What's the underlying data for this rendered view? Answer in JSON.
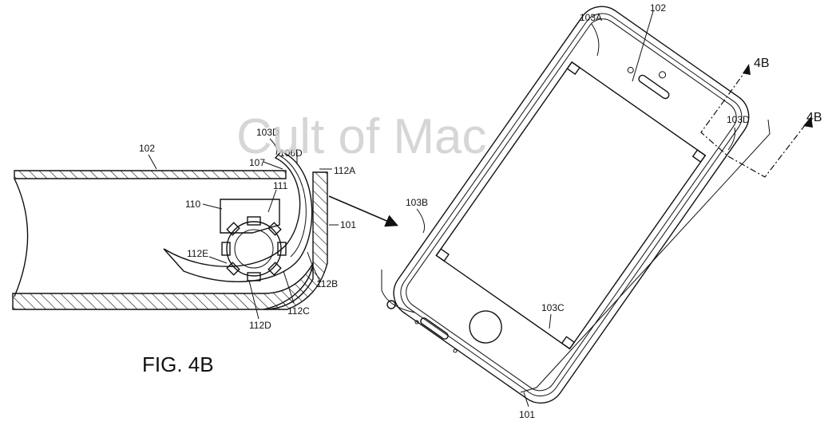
{
  "figure": {
    "caption": "FIG. 4B",
    "watermark": "Cult of Mac"
  },
  "detail_labels": {
    "top_glass": "102",
    "clip_top": "103D",
    "layer": "107",
    "sensor_edge": "106D",
    "wall_top": "112A",
    "bracket": "110",
    "gear_tooth": "111",
    "frame": "101",
    "arc_left": "112E",
    "arc_right": "112B",
    "gear_bottom": "112C",
    "gear_left": "112D"
  },
  "phone_labels": {
    "screen": "102",
    "corner_top_left": "103A",
    "corner_right": "103D",
    "corner_left": "103B",
    "corner_bottom": "103C",
    "housing": "101",
    "section_a": "4B",
    "section_b": "4B"
  },
  "colors": {
    "ink": "#111111",
    "watermark": "#cfcfcf",
    "background": "#ffffff"
  }
}
